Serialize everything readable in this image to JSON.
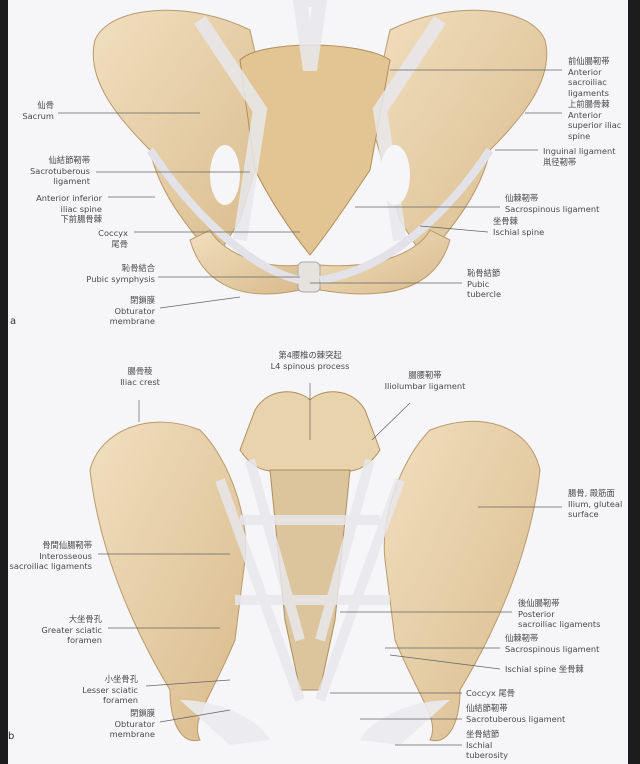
{
  "figure_a": {
    "panel_label": "a",
    "labels": {
      "sacrum": {
        "jp": "仙骨",
        "en": "Sacrum"
      },
      "sacrotuberous": {
        "jp": "仙結節靭帯",
        "en1": "Sacrotuberous",
        "en2": "ligament"
      },
      "aiis": {
        "en1": "Anterior inferior",
        "en2": "iliac spine",
        "jp": "下前腸骨棘"
      },
      "coccyx": {
        "en": "Coccyx",
        "jp": "尾骨"
      },
      "pubic_symphysis": {
        "jp": "恥骨結合",
        "en": "Pubic symphysis"
      },
      "obturator": {
        "jp": "閉鎖膜",
        "en1": "Obturator",
        "en2": "membrane"
      },
      "ant_sacroiliac": {
        "jp": "前仙腸靭帯",
        "en1": "Anterior",
        "en2": "sacroiliac",
        "en3": "ligaments"
      },
      "asis": {
        "jp": "上前腸骨棘",
        "en1": "Anterior",
        "en2": "superior iliac",
        "en3": "spine"
      },
      "inguinal": {
        "en": "Inguinal ligament",
        "jp": "鼡径靭帯"
      },
      "sacrospinous": {
        "jp": "仙棘靭帯",
        "en": "Sacrospinous ligament"
      },
      "ischial_spine": {
        "jp": "坐骨棘",
        "en": "Ischial spine"
      },
      "pubic_tubercle": {
        "jp": "恥骨結節",
        "en1": "Pubic",
        "en2": "tubercle"
      }
    }
  },
  "figure_b": {
    "panel_label": "b",
    "labels": {
      "iliac_crest": {
        "jp": "腸骨稜",
        "en": "Iliac crest"
      },
      "l4": {
        "jp": "第4腰椎の棘突起",
        "en": "L4 spinous process"
      },
      "iliolumbar": {
        "jp": "腸腰靭帯",
        "en": "Iliolumbar ligament"
      },
      "ilium": {
        "jp": "腸骨, 殿筋面",
        "en1": "Ilium, gluteal",
        "en2": "surface"
      },
      "interosseous": {
        "jp": "骨間仙腸靭帯",
        "en1": "Interosseous",
        "en2": "sacroiliac ligaments"
      },
      "greater_sciatic": {
        "jp": "大坐骨孔",
        "en1": "Greater sciatic",
        "en2": "foramen"
      },
      "lesser_sciatic": {
        "jp": "小坐骨孔",
        "en1": "Lesser sciatic",
        "en2": "foramen"
      },
      "obturator": {
        "jp": "閉鎖膜",
        "en1": "Obturator",
        "en2": "membrane"
      },
      "post_sacroiliac": {
        "jp": "後仙腸靭帯",
        "en1": "Posterior",
        "en2": "sacroiliac ligaments"
      },
      "sacrospinous": {
        "jp": "仙棘靭帯",
        "en": "Sacrospinous ligament"
      },
      "ischial_spine": {
        "en": "Ischial spine",
        "jp": "坐骨棘"
      },
      "coccyx": {
        "en": "Coccyx",
        "jp": "尾骨"
      },
      "sacrotuberous": {
        "jp": "仙結節靭帯",
        "en": "Sacrotuberous ligament"
      },
      "ischial_tuberosity": {
        "jp": "坐骨結節",
        "en1": "Ischial",
        "en2": "tuberosity"
      }
    }
  }
}
